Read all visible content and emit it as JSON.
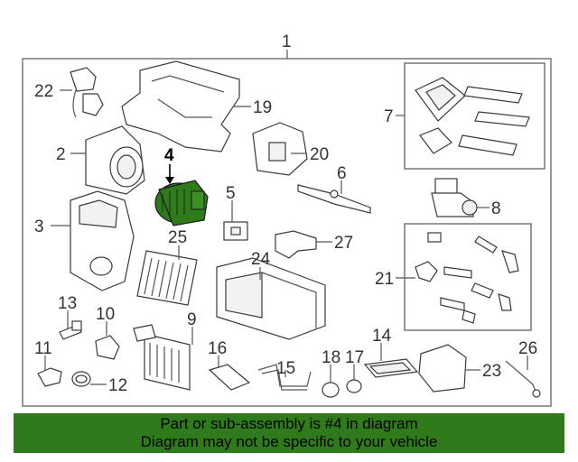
{
  "diagram": {
    "callouts": {
      "c1": "1",
      "c2": "2",
      "c3": "3",
      "c4": "4",
      "c5": "5",
      "c6": "6",
      "c7": "7",
      "c8": "8",
      "c9": "9",
      "c10": "10",
      "c11": "11",
      "c12": "12",
      "c13": "13",
      "c14": "14",
      "c15": "15",
      "c16": "16",
      "c17": "17",
      "c18": "18",
      "c19": "19",
      "c20": "20",
      "c21": "21",
      "c22": "22",
      "c23": "23",
      "c24": "24",
      "c25": "25",
      "c26": "26",
      "c27": "27"
    },
    "highlight_color": "#2f7a1a"
  },
  "banner": {
    "line1": "Part or sub-assembly is #4 in diagram",
    "line2": "Diagram may not be specific to your vehicle"
  }
}
